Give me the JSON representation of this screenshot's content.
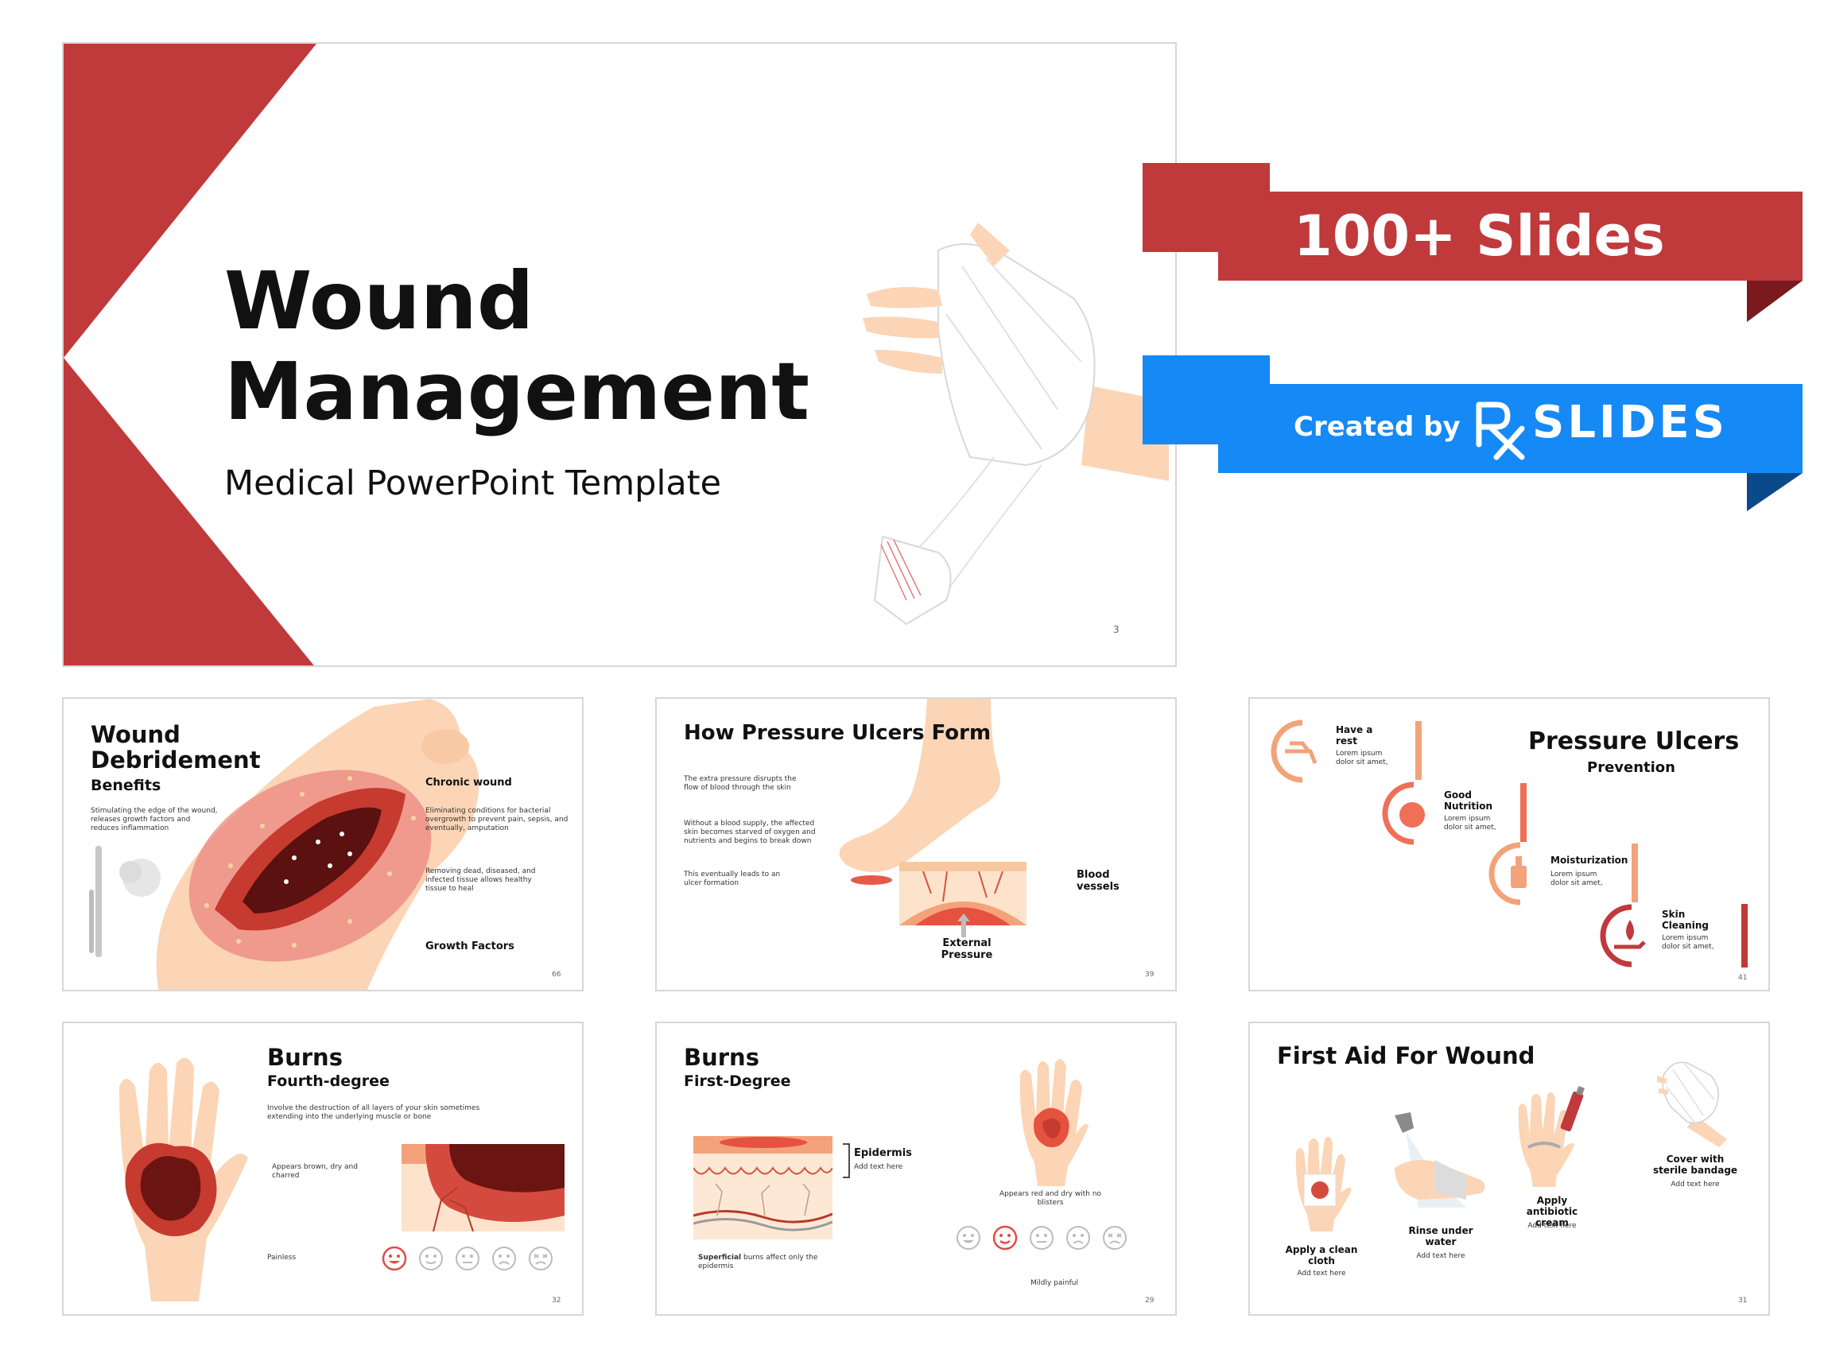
{
  "hero": {
    "title_line1": "Wound",
    "title_line2": "Management",
    "subtitle": "Medical PowerPoint Template",
    "page_number": "3",
    "icon": "bandaged-hand-icon"
  },
  "banner_slides": {
    "text": "100+ Slides",
    "color": "#c0393b",
    "shadow": "#7b1a1e"
  },
  "banner_brand": {
    "prefix": "Created by",
    "brand": "SLIDES",
    "color": "#1589f5",
    "shadow": "#0b4a8a"
  },
  "slides": {
    "debridement": {
      "title1": "Wound",
      "title2": "Debridement",
      "subtitle": "Benefits",
      "text_left": "Stimulating the edge of the wound, releases growth factors and reduces inflammation",
      "chronic_label": "Chronic wound",
      "chronic_text": "Eliminating conditions for bacterial overgrowth to prevent pain, sepsis, and eventually, amputation",
      "removing_text": "Removing dead, diseased, and infected tissue allows healthy tissue to heal",
      "growth_label": "Growth Factors",
      "page": "66"
    },
    "pressure_form": {
      "title": "How Pressure Ulcers Form",
      "text1": "The extra pressure disrupts the flow of blood through the skin",
      "text2": "Without a blood supply, the affected skin becomes starved of oxygen and nutrients and begins to break down",
      "text3": "This eventually leads to an ulcer formation",
      "blood_label": "Blood vessels",
      "pressure_label": "External Pressure",
      "page": "39"
    },
    "prevention": {
      "title": "Pressure Ulcers",
      "subtitle": "Prevention",
      "items": [
        {
          "label": "Have a rest",
          "text": "Lorem ipsum dolor sit amet,"
        },
        {
          "label": "Good Nutrition",
          "text": "Lorem ipsum dolor sit amet,"
        },
        {
          "label": "Moisturization",
          "text": "Lorem ipsum dolor sit amet,"
        },
        {
          "label": "Skin Cleaning",
          "text": "Lorem ipsum dolor sit amet,"
        }
      ],
      "page": "41"
    },
    "burns4": {
      "title": "Burns",
      "subtitle": "Fourth-degree",
      "text": "Involve the destruction of all layers of your skin sometimes extending into the underlying muscle or bone",
      "appearance": "Appears brown, dry and charred",
      "pain": "Painless",
      "page": "32"
    },
    "burns1": {
      "title": "Burns",
      "subtitle": "First-Degree",
      "epidermis_label": "Epidermis",
      "epidermis_text": "Add text here",
      "superficial_bold": "Superficial",
      "superficial_text": "burns affect only the epidermis",
      "appearance": "Appears red and dry with no blisters",
      "pain": "Mildly painful",
      "page": "29"
    },
    "firstaid": {
      "title": "First Aid For Wound",
      "steps": [
        {
          "label": "Apply a clean cloth",
          "text": "Add text here"
        },
        {
          "label": "Rinse under water",
          "text": "Add text here"
        },
        {
          "label": "Apply antibiotic cream",
          "text": "Add text here"
        },
        {
          "label": "Cover with sterile bandage",
          "text": "Add text here"
        }
      ],
      "page": "31"
    }
  },
  "colors": {
    "red": "#c0393b",
    "blue": "#1589f5",
    "skin": "#fbd5b5",
    "orange": "#f5a77a"
  }
}
